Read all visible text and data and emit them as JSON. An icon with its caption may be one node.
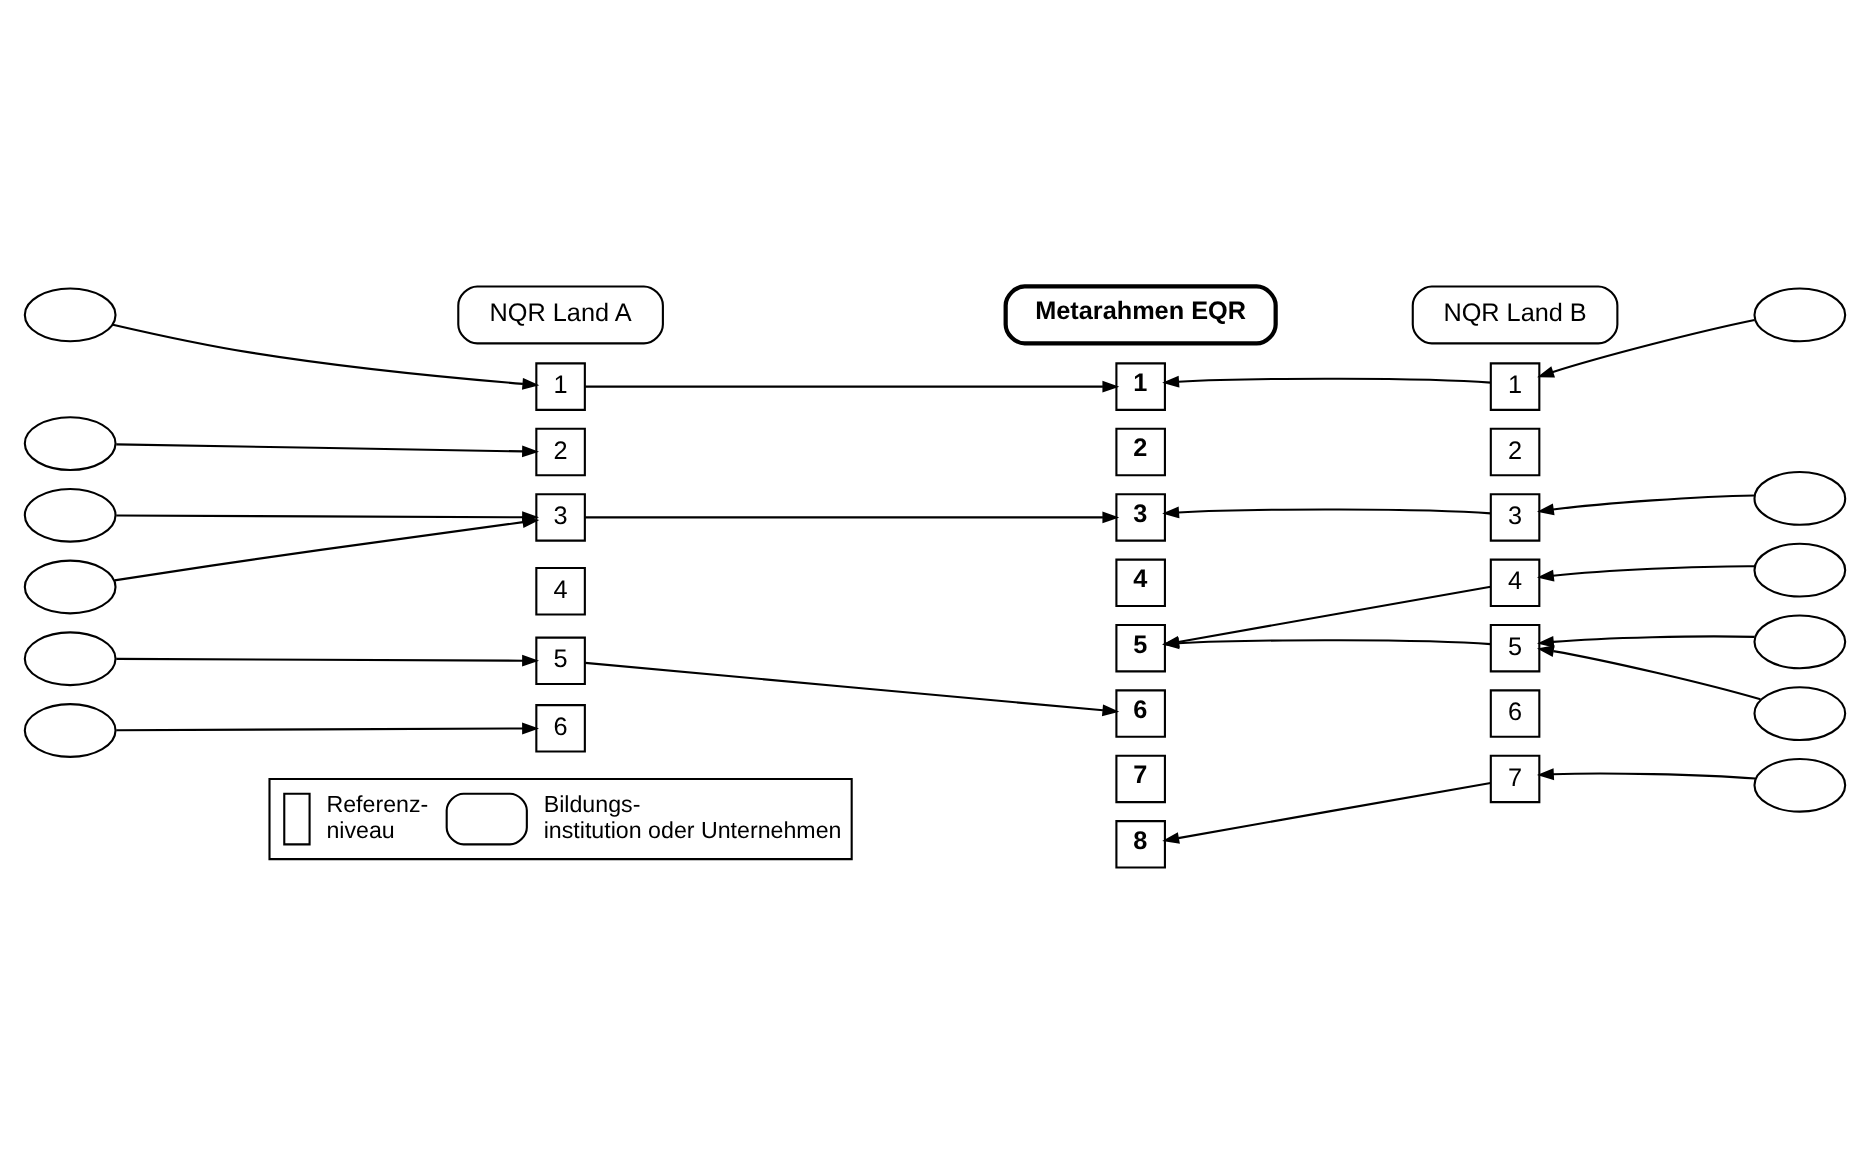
{
  "diagram": {
    "nodes": [
      {
        "text": [
          "NQR Land A"
        ]
      },
      {
        "text": [
          "Metarahmen EQR"
        ]
      },
      {
        "text": [
          "NQR Land B"
        ]
      },
      {
        "text": [
          "1"
        ]
      },
      {
        "text": [
          "2"
        ]
      },
      {
        "text": [
          "3"
        ]
      },
      {
        "text": [
          "4"
        ]
      },
      {
        "text": [
          "5"
        ]
      },
      {
        "text": [
          "6"
        ]
      },
      {
        "text": [
          "1"
        ]
      },
      {
        "text": [
          "2"
        ]
      },
      {
        "text": [
          "3"
        ]
      },
      {
        "text": [
          "4"
        ]
      },
      {
        "text": [
          "5"
        ]
      },
      {
        "text": [
          "6"
        ]
      },
      {
        "text": [
          "7"
        ]
      },
      {
        "text": [
          "8"
        ]
      },
      {
        "text": [
          "1"
        ]
      },
      {
        "text": [
          "2"
        ]
      },
      {
        "text": [
          "3"
        ]
      },
      {
        "text": [
          "4"
        ]
      },
      {
        "text": [
          "5"
        ]
      },
      {
        "text": [
          "6"
        ]
      },
      {
        "text": [
          "7"
        ]
      },
      {
        "text": [],
        "shape": "ellipse"
      },
      {
        "text": [],
        "shape": "ellipse"
      },
      {
        "text": [],
        "shape": "ellipse"
      },
      {
        "text": [],
        "shape": "ellipse"
      },
      {
        "text": [],
        "shape": "ellipse"
      },
      {
        "text": [],
        "shape": "ellipse"
      },
      {
        "text": [],
        "shape": "ellipse"
      },
      {
        "text": [],
        "shape": "ellipse"
      },
      {
        "text": [],
        "shape": "ellipse"
      },
      {
        "text": [],
        "shape": "ellipse"
      },
      {
        "text": [],
        "shape": "ellipse"
      },
      {
        "text": [],
        "shape": "ellipse"
      }
    ],
    "edges": [
      {
        "from": 24,
        "to": 3,
        "arrow": "to"
      },
      {
        "from": 25,
        "to": 4,
        "arrow": "to"
      },
      {
        "from": 26,
        "to": 5,
        "arrow": "to"
      },
      {
        "from": 27,
        "to": 5,
        "arrow": "to"
      },
      {
        "from": 28,
        "to": 7,
        "arrow": "to"
      },
      {
        "from": 29,
        "to": 8,
        "arrow": "to"
      },
      {
        "from": 3,
        "to": 9,
        "arrow": "to"
      },
      {
        "from": 5,
        "to": 11,
        "arrow": "to"
      },
      {
        "from": 7,
        "to": 14,
        "arrow": "to"
      },
      {
        "from": 17,
        "to": 9,
        "arrow": "to"
      },
      {
        "from": 19,
        "to": 11,
        "arrow": "to"
      },
      {
        "from": 20,
        "to": 13,
        "arrow": "to"
      },
      {
        "from": 21,
        "to": 13,
        "arrow": "to"
      },
      {
        "from": 23,
        "to": 16,
        "arrow": "to"
      },
      {
        "from": 30,
        "to": 17,
        "arrow": "to"
      },
      {
        "from": 31,
        "to": 19,
        "arrow": "to"
      },
      {
        "from": 32,
        "to": 20,
        "arrow": "to"
      },
      {
        "from": 33,
        "to": 21,
        "arrow": "to"
      },
      {
        "from": 34,
        "to": 21,
        "arrow": "to"
      },
      {
        "from": 35,
        "to": 23,
        "arrow": "to"
      }
    ],
    "legend": [
      {
        "text": "Referenz- niveau"
      },
      {
        "text": "Bildungs- institution oder Unternehmen"
      }
    ]
  }
}
